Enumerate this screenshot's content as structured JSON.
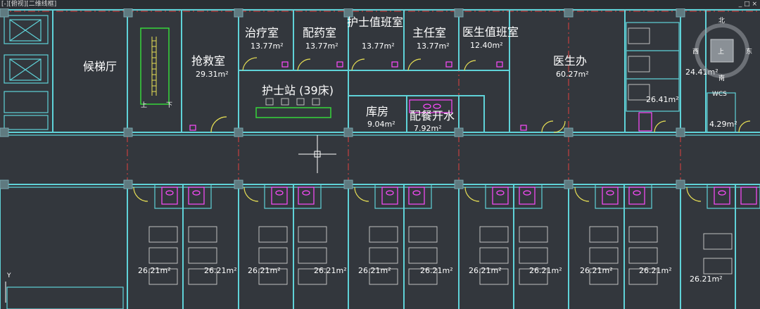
{
  "window": {
    "view_label": "[-][俯视][二维线框]",
    "controls": "_ □ ×"
  },
  "compass": {
    "north": "北",
    "south": "南",
    "east": "东",
    "west": "西",
    "top_label": "上",
    "wcs": "WCS"
  },
  "colors": {
    "background": "#33373d",
    "wall": "#5fd2d8",
    "axis": "#e04040",
    "door": "#e8e055",
    "fixture": "#ff4bff",
    "furniture": "#cfcfcf",
    "counter": "#36d63b"
  },
  "rooms": {
    "elevator_hall": {
      "name": "候梯厅"
    },
    "stair": {
      "up": "上",
      "down": "下"
    },
    "emergency": {
      "name": "抢救室",
      "area": "29.31m²"
    },
    "treatment": {
      "name": "治疗室",
      "area": "13.77m²"
    },
    "dispensary": {
      "name": "配药室",
      "area": "13.77m²"
    },
    "nurse_duty": {
      "name": "护士值班室",
      "area": "13.77m²"
    },
    "director": {
      "name": "主任室",
      "area": "13.77m²"
    },
    "doctor_duty": {
      "name": "医生值班室",
      "area": "12.40m²"
    },
    "doctor_office": {
      "name": "医生办",
      "area": "60.27m²"
    },
    "nurse_station": {
      "name": "护士站 (39床)"
    },
    "storage": {
      "name": "库房",
      "area": "9.04m²"
    },
    "pantry": {
      "name": "配餐开水",
      "area": "7.92m²"
    },
    "right_a": {
      "area": "24.41m²"
    },
    "right_b": {
      "area": "26.41m²"
    },
    "right_c": {
      "area": "4.29m²"
    },
    "ward_area": "26.21m²"
  },
  "wards": [
    {
      "left_area": "26.21m²",
      "right_area": "26.21m²"
    },
    {
      "left_area": "26.21m²",
      "right_area": "26.21m²"
    },
    {
      "left_area": "26.21m²",
      "right_area": "26.21m²"
    },
    {
      "left_area": "26.21m²",
      "right_area": "26.21m²"
    },
    {
      "left_area": "26.21m²",
      "right_area": "26.21m²"
    },
    {
      "left_area": "26.21m²"
    }
  ],
  "ucs_label": "Y"
}
